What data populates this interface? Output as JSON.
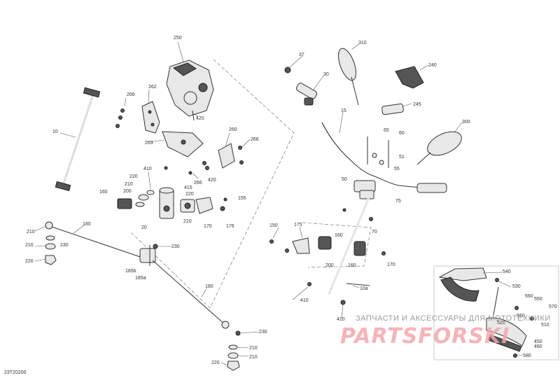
{
  "diagram_code": "23T20200",
  "watermark": {
    "text": "ЗАПЧАСТИ И АКСЕССУАРЫ ДЛЯ МОТОТЕХНИКИ",
    "logo": "PARTSFORSKI"
  },
  "labels": {
    "l250": "250",
    "l266a": "266",
    "l262": "262",
    "l263": "263",
    "l420a": "420",
    "l260": "260",
    "l266b": "266",
    "l420b": "420",
    "l410a": "410",
    "l220a": "220",
    "l210a": "210",
    "l200a": "200",
    "l160a": "160",
    "l415": "415",
    "l220b": "220",
    "l266c": "266",
    "l155": "155",
    "l20": "20",
    "l210b": "210",
    "l170a": "170",
    "l176": "176",
    "l10": "10",
    "l180a": "180",
    "l210c": "210",
    "l230a": "230",
    "l210d": "210",
    "l220c": "220",
    "l230b": "230",
    "l185b": "185b",
    "l185a": "185a",
    "l180b": "180",
    "l230c": "230",
    "l210e": "210",
    "l210f": "210",
    "l220d": "220",
    "l37": "37",
    "l310": "310",
    "l30": "30",
    "l15": "15",
    "l240": "240",
    "l245": "245",
    "l65": "65",
    "l60": "60",
    "l51": "51",
    "l55": "55",
    "l50": "50",
    "l300": "300",
    "l75": "75",
    "l70": "70",
    "l150": "150",
    "l175": "175",
    "l160b": "160",
    "l200b": "200",
    "l160c": "160",
    "l170b": "170",
    "l10a": "10a",
    "l410b": "410",
    "l410c": "410",
    "l540": "540",
    "l530": "530",
    "l560a": "560",
    "l550": "550",
    "l570": "570",
    "l520": "520",
    "l450": "450",
    "l460": "460",
    "l510": "510",
    "l580": "580",
    "l560b": "560"
  }
}
